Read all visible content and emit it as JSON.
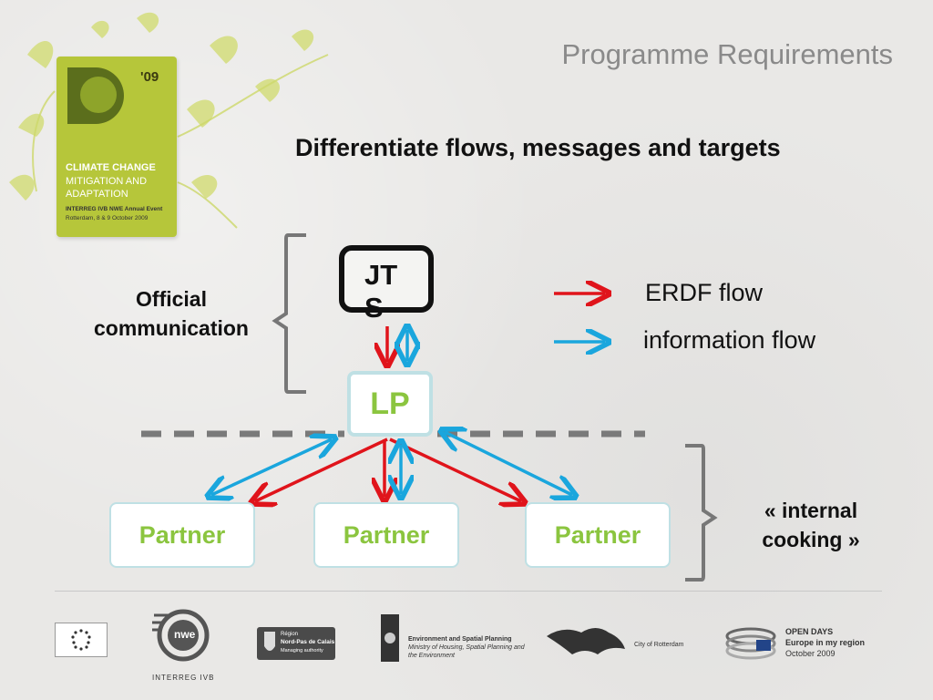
{
  "event_logo": {
    "year": "'09",
    "line1": "CLIMATE CHANGE",
    "line2": "MITIGATION AND",
    "line3": "ADAPTATION",
    "line4": "INTERREG IVB NWE Annual Event",
    "line5": "Rotterdam, 8 & 9 October 2009"
  },
  "title": "Programme Requirements",
  "subtitle": "Differentiate flows, messages and targets",
  "diagram": {
    "jts": "JTS",
    "lp": "LP",
    "partners": [
      "Partner",
      "Partner",
      "Partner"
    ],
    "official_label": "Official communication",
    "internal_label": "« internal cooking »"
  },
  "legend": {
    "erdf": "ERDF flow",
    "info": "information flow"
  },
  "colors": {
    "erdf_arrow": "#e0141b",
    "info_arrow": "#1aa6dd",
    "node_text": "#8bc53f",
    "node_border": "#bfe0e4"
  },
  "footer": {
    "interreg": "INTERREG IVB",
    "nwe": "nwe",
    "region_line1": "Région",
    "region_line2": "Nord-Pas de Calais",
    "region_line3": "Managing authority",
    "ministry_line1": "Environment and Spatial Planning",
    "ministry_line2": "Ministry of Housing, Spatial Planning and",
    "ministry_line3": "the Environment",
    "city": "City of Rotterdam",
    "opendays_line1": "OPEN DAYS",
    "opendays_line2": "Europe in my region",
    "opendays_line3": "October 2009"
  }
}
